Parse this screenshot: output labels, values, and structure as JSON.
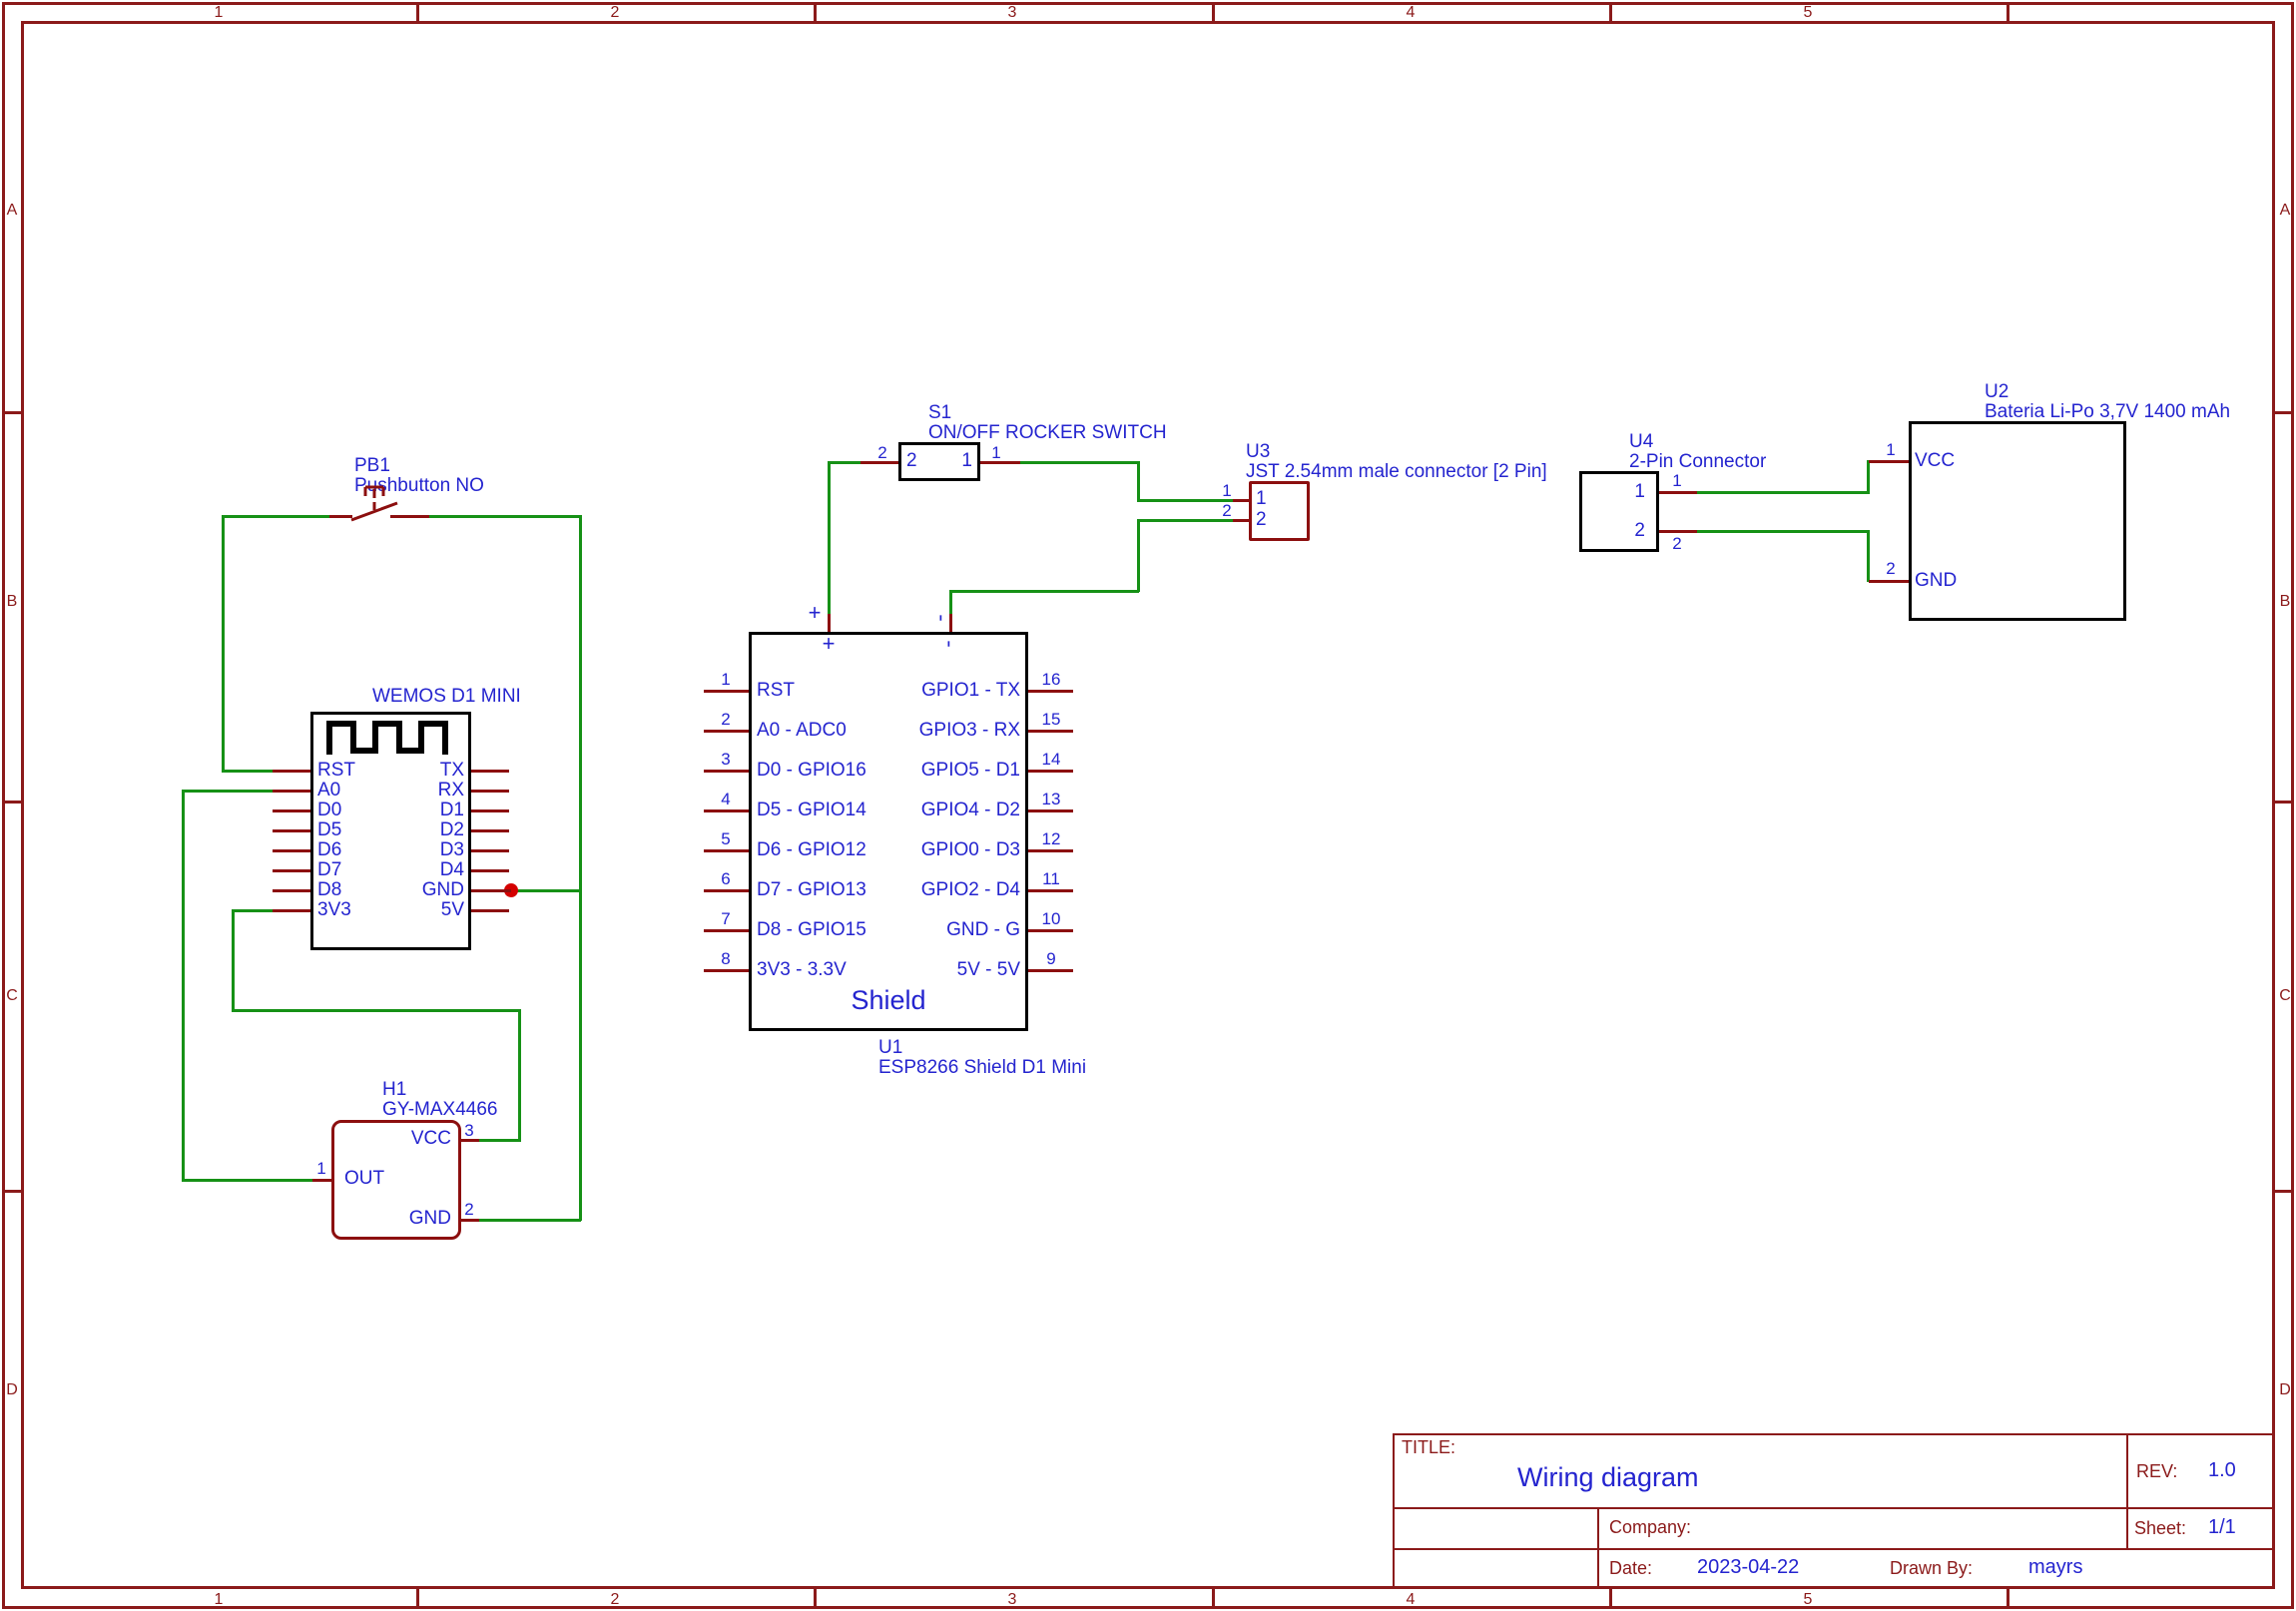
{
  "colors": {
    "frame": "#8b1a1a",
    "wire": "#169116",
    "pin": "#8c0f0f",
    "text_blue": "#2424cf",
    "outline": "#000000",
    "junction": "#d40000"
  },
  "sheet": {
    "cols": [
      "1",
      "2",
      "3",
      "4",
      "5"
    ],
    "rows": [
      "A",
      "B",
      "C",
      "D"
    ]
  },
  "title_block": {
    "title_label": "TITLE:",
    "title": "Wiring diagram",
    "rev_label": "REV:",
    "rev": "1.0",
    "sheet_label": "Sheet:",
    "sheet": "1/1",
    "company_label": "Company:",
    "date_label": "Date:",
    "date": "2023-04-22",
    "drawn_by_label": "Drawn By:",
    "drawn_by": "mayrs"
  },
  "pb1": {
    "ref": "PB1",
    "value": "Pushbutton NO"
  },
  "wemos": {
    "name": "WEMOS D1 MINI",
    "left": [
      "RST",
      "A0",
      "D0",
      "D5",
      "D6",
      "D7",
      "D8",
      "3V3"
    ],
    "right": [
      "TX",
      "RX",
      "D1",
      "D2",
      "D3",
      "D4",
      "GND",
      "5V"
    ]
  },
  "s1": {
    "ref": "S1",
    "value": "ON/OFF ROCKER SWITCH",
    "pin_left": "2",
    "pin_right": "1"
  },
  "u3": {
    "ref": "U3",
    "value": "JST 2.54mm male connector [2 Pin]",
    "pins": [
      "1",
      "2"
    ]
  },
  "u4": {
    "ref": "U4",
    "value": "2-Pin Connector",
    "pins": [
      "1",
      "2"
    ]
  },
  "u2": {
    "ref": "U2",
    "value": "Bateria Li-Po 3,7V 1400 mAh",
    "pins": [
      {
        "num": "1",
        "name": "VCC"
      },
      {
        "num": "2",
        "name": "GND"
      }
    ]
  },
  "h1": {
    "ref": "H1",
    "value": "GY-MAX4466",
    "pins": [
      {
        "num": "3",
        "name": "VCC"
      },
      {
        "num": "1",
        "name": "OUT"
      },
      {
        "num": "2",
        "name": "GND"
      }
    ]
  },
  "shield": {
    "ref": "U1",
    "value": "ESP8266 Shield D1 Mini",
    "label": "Shield",
    "plus": "+",
    "minus": "-",
    "left": [
      {
        "num": "1",
        "name": "RST"
      },
      {
        "num": "2",
        "name": "A0 - ADC0"
      },
      {
        "num": "3",
        "name": "D0 - GPIO16"
      },
      {
        "num": "4",
        "name": "D5 - GPIO14"
      },
      {
        "num": "5",
        "name": "D6 - GPIO12"
      },
      {
        "num": "6",
        "name": "D7 - GPIO13"
      },
      {
        "num": "7",
        "name": "D8 - GPIO15"
      },
      {
        "num": "8",
        "name": "3V3 - 3.3V"
      }
    ],
    "right": [
      {
        "num": "16",
        "name": "GPIO1 - TX"
      },
      {
        "num": "15",
        "name": "GPIO3 - RX"
      },
      {
        "num": "14",
        "name": "GPIO5 - D1"
      },
      {
        "num": "13",
        "name": "GPIO4 - D2"
      },
      {
        "num": "12",
        "name": "GPIO0 - D3"
      },
      {
        "num": "11",
        "name": "GPIO2 - D4"
      },
      {
        "num": "10",
        "name": "GND - G"
      },
      {
        "num": "9",
        "name": "5V - 5V"
      }
    ]
  }
}
